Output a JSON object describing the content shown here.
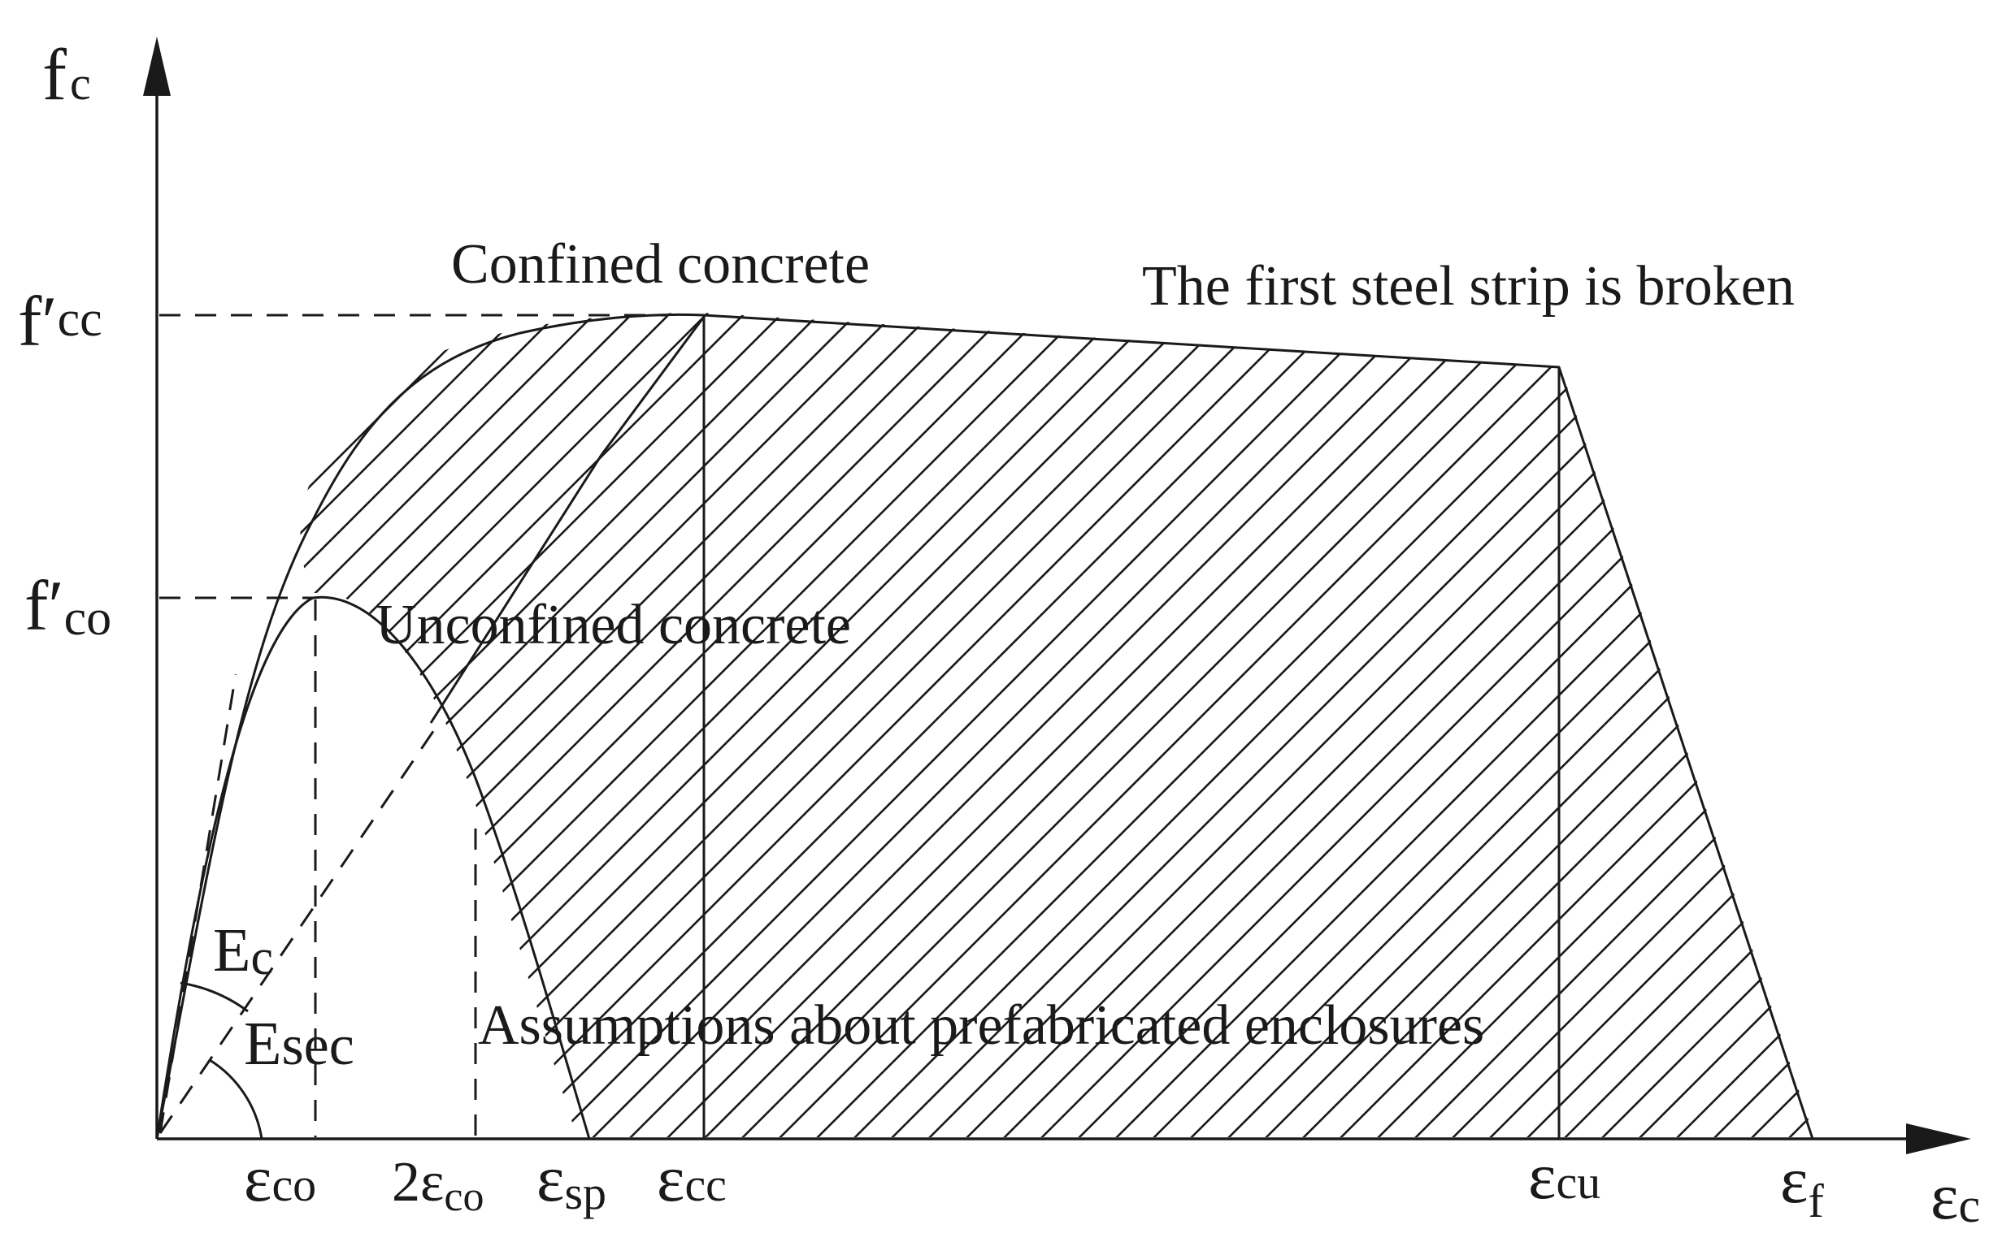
{
  "axes": {
    "y_label": {
      "main": "f",
      "sub": "c"
    },
    "x_label": {
      "main": "ε",
      "sub": "c"
    }
  },
  "y_ticks": [
    {
      "prime": "f′",
      "sub": "cc"
    },
    {
      "prime": "f′",
      "sub": "co"
    }
  ],
  "x_ticks": [
    {
      "main": "ε",
      "sub": "co"
    },
    {
      "main": "2ε",
      "sub": "co"
    },
    {
      "main": "ε",
      "sub": "sp"
    },
    {
      "main": "ε",
      "sub": "cc"
    },
    {
      "main": "ε",
      "sub": "cu"
    },
    {
      "main": "ε",
      "sub": "f"
    }
  ],
  "annotations": {
    "confined": "Confined concrete",
    "unconfined": "Unconfined concrete",
    "steel_strip": "The first steel strip is broken",
    "assumptions": "Assumptions about prefabricated enclosures",
    "ec": {
      "main": "E",
      "sub": "c"
    },
    "esec": {
      "main": "E",
      "sub": "sec"
    }
  },
  "colors": {
    "ink": "#1a1a1a",
    "background": "#ffffff"
  }
}
